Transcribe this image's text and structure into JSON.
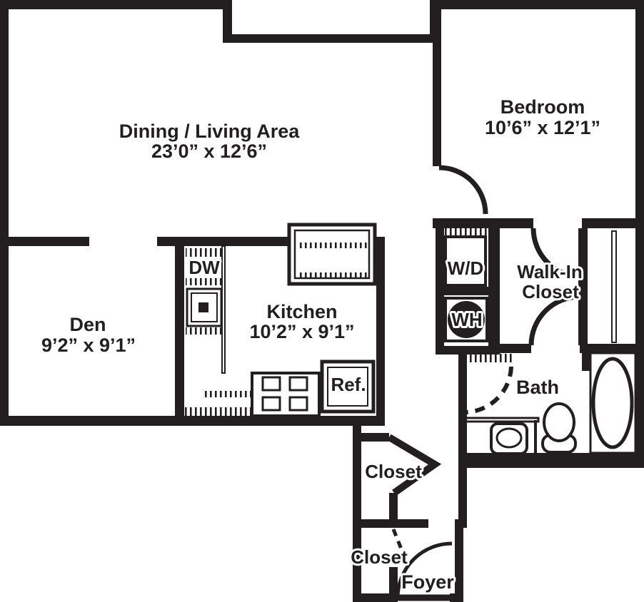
{
  "floorplan": {
    "colors": {
      "wall": "#231f20",
      "background": "#ffffff",
      "halo": "#ffffff"
    },
    "rooms": {
      "dining_living": {
        "name": "Dining / Living Area",
        "dims": "23’0” x 12’6”"
      },
      "bedroom": {
        "name": "Bedroom",
        "dims": "10’6” x 12’1”"
      },
      "den": {
        "name": "Den",
        "dims": "9’2” x 9’1”"
      },
      "kitchen": {
        "name": "Kitchen",
        "dims": "10’2” x 9’1”"
      },
      "walk_in_closet": {
        "line1": "Walk-In",
        "line2": "Closet"
      },
      "bath": {
        "name": "Bath"
      },
      "hall_closet": {
        "name": "Closet"
      },
      "entry_closet": {
        "name": "Closet"
      },
      "foyer": {
        "name": "Foyer"
      }
    },
    "fixtures": {
      "dishwasher": "DW",
      "washer_dryer": "W/D",
      "water_heater": "WH",
      "refrigerator": "Ref."
    }
  }
}
